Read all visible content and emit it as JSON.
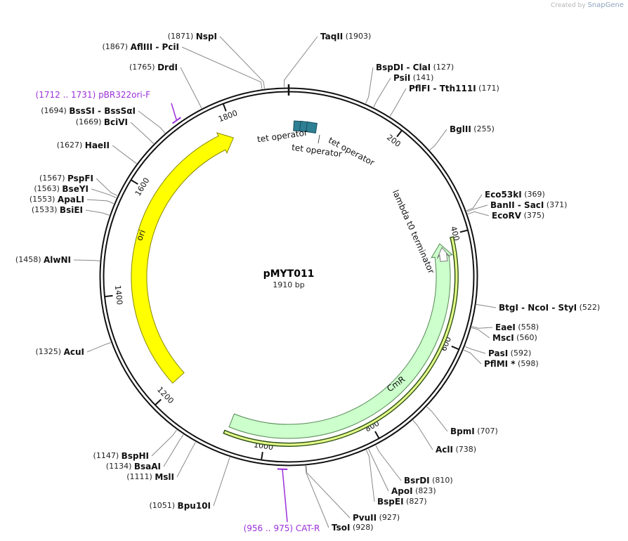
{
  "credit": {
    "prefix": "Created by",
    "brand": "SnapGene"
  },
  "plasmid": {
    "name": "pMYT011",
    "length_label": "1910 bp",
    "length": 1910
  },
  "colors": {
    "ori": "#ffff00",
    "cmr": "#ccffcc",
    "tet_operator": "#2e7f94",
    "primer": "#9b30d9",
    "backbone": "#111111"
  },
  "ticks": [
    "200",
    "400",
    "600",
    "800",
    "1000",
    "1200",
    "1400",
    "1600",
    "1800"
  ],
  "tick_positions": [
    200,
    400,
    600,
    800,
    1000,
    1200,
    1400,
    1600,
    1800
  ],
  "features": [
    {
      "name": "ori",
      "start": 1207,
      "end": 1795,
      "direction": "cw",
      "color": "#ffff00"
    },
    {
      "name": "CmR",
      "start": 412,
      "end": 1070,
      "direction": "ccw",
      "color": "#ccffcc"
    },
    {
      "name": "lambda t0 terminator",
      "start": 438,
      "end": 420,
      "direction": "ccw",
      "color": "#ffffff"
    },
    {
      "name": "tet operator",
      "pos": 20
    },
    {
      "name": "tet operator",
      "pos": 33
    },
    {
      "name": "tet operator",
      "pos": 46
    }
  ],
  "cmr_orf": {
    "start": 404,
    "end": 1076
  },
  "primers": [
    {
      "name": "pBR322ori-F",
      "range": "(1712 .. 1731)",
      "pos": 1721
    },
    {
      "name": "CAT-R",
      "range": "(956 .. 975)",
      "pos": 965
    }
  ],
  "enzymes": [
    {
      "label": "NspI",
      "pos_label": "(1871)",
      "pos": 1871
    },
    {
      "label": "AflIII  -  PciI",
      "pos_label": "(1867)",
      "pos": 1867
    },
    {
      "label": "TaqII",
      "pos_label": "(1903)",
      "pos": 1903
    },
    {
      "label": "BspDI  -  ClaI",
      "pos_label": "(127)",
      "pos": 127
    },
    {
      "label": "PsiI",
      "pos_label": "(141)",
      "pos": 141
    },
    {
      "label": "PflFI  -  Tth111I",
      "pos_label": "(171)",
      "pos": 171
    },
    {
      "label": "BglII",
      "pos_label": "(255)",
      "pos": 255
    },
    {
      "label": "Eco53kI",
      "pos_label": "(369)",
      "pos": 369
    },
    {
      "label": "BanII  -  SacI",
      "pos_label": "(371)",
      "pos": 371
    },
    {
      "label": "EcoRV",
      "pos_label": "(375)",
      "pos": 375
    },
    {
      "label": "BtgI  -  NcoI  -  StyI",
      "pos_label": "(522)",
      "pos": 522
    },
    {
      "label": "EaeI",
      "pos_label": "(558)",
      "pos": 558
    },
    {
      "label": "MscI",
      "pos_label": "(560)",
      "pos": 560
    },
    {
      "label": "PasI",
      "pos_label": "(592)",
      "pos": 592
    },
    {
      "label": "PflMI *",
      "pos_label": "(598)",
      "pos": 598
    },
    {
      "label": "BpmI",
      "pos_label": "(707)",
      "pos": 707
    },
    {
      "label": "AclI",
      "pos_label": "(738)",
      "pos": 738
    },
    {
      "label": "BsrDI",
      "pos_label": "(810)",
      "pos": 810
    },
    {
      "label": "ApoI",
      "pos_label": "(823)",
      "pos": 823
    },
    {
      "label": "BspEI",
      "pos_label": "(827)",
      "pos": 827
    },
    {
      "label": "PvuII",
      "pos_label": "(927)",
      "pos": 927
    },
    {
      "label": "TsoI",
      "pos_label": "(928)",
      "pos": 928
    },
    {
      "label": "Bpu10I",
      "pos_label": "(1051)",
      "pos": 1051
    },
    {
      "label": "MslI",
      "pos_label": "(1111)",
      "pos": 1111
    },
    {
      "label": "BsaAI",
      "pos_label": "(1134)",
      "pos": 1134
    },
    {
      "label": "BspHI",
      "pos_label": "(1147)",
      "pos": 1147
    },
    {
      "label": "AcuI",
      "pos_label": "(1325)",
      "pos": 1325
    },
    {
      "label": "AlwNI",
      "pos_label": "(1458)",
      "pos": 1458
    },
    {
      "label": "BsiEI",
      "pos_label": "(1533)",
      "pos": 1533
    },
    {
      "label": "ApaLI",
      "pos_label": "(1553)",
      "pos": 1553
    },
    {
      "label": "BseYI",
      "pos_label": "(1563)",
      "pos": 1563
    },
    {
      "label": "PspFI",
      "pos_label": "(1567)",
      "pos": 1567
    },
    {
      "label": "HaeII",
      "pos_label": "(1627)",
      "pos": 1627
    },
    {
      "label": "BciVI",
      "pos_label": "(1669)",
      "pos": 1669
    },
    {
      "label": "BssSI  -  BssSαI",
      "pos_label": "(1694)",
      "pos": 1694
    },
    {
      "label": "DrdI",
      "pos_label": "(1765)",
      "pos": 1765
    }
  ]
}
